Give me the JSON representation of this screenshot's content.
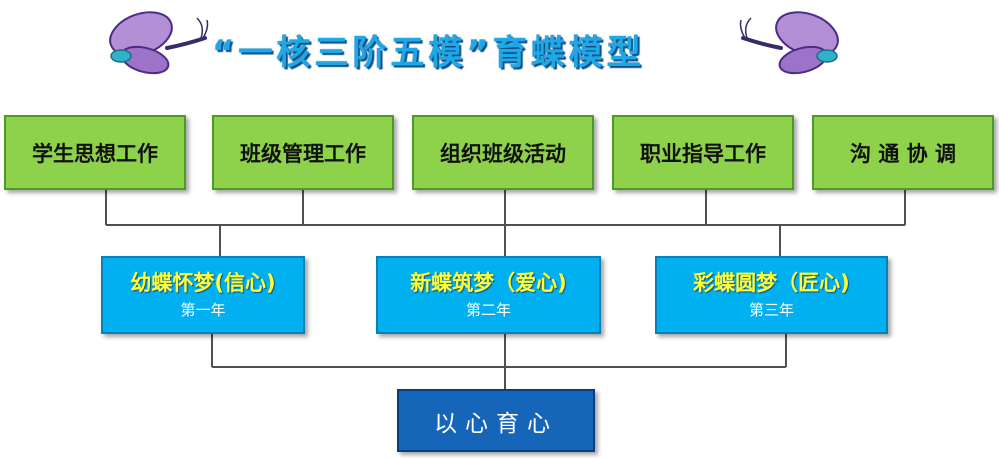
{
  "title": "“一核三阶五模”育蝶模型",
  "work_areas": [
    {
      "label": "学生思想工作"
    },
    {
      "label": "班级管理工作"
    },
    {
      "label": "组织班级活动"
    },
    {
      "label": "职业指导工作"
    },
    {
      "label": "沟 通 协 调"
    }
  ],
  "stages": [
    {
      "label": "幼蝶怀梦(信心)",
      "year": "第一年"
    },
    {
      "label": "新蝶筑梦（爱心)",
      "year": "第二年"
    },
    {
      "label": "彩蝶圆梦（匠心)",
      "year": "第三年"
    }
  ],
  "core": {
    "label": "以心育心"
  },
  "colors": {
    "title": "#1fa8e6",
    "green_box": "#8ed14a",
    "blue_box": "#00b0f0",
    "stage_text": "#ffff33",
    "core_box": "#1565b8",
    "connector": "#505050"
  }
}
